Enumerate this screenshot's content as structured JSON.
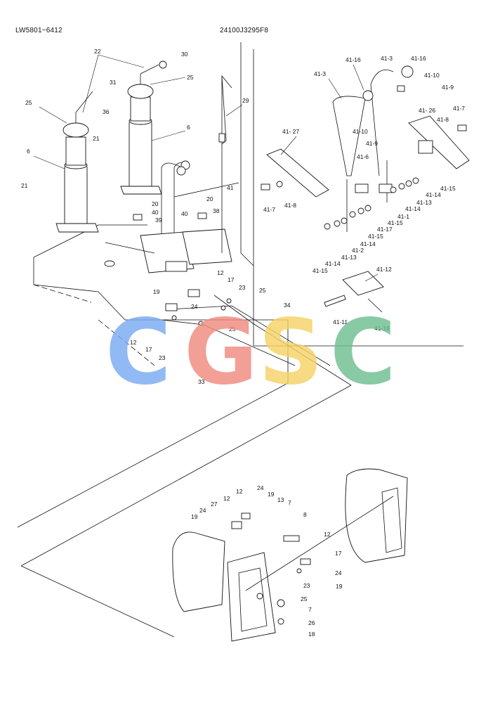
{
  "header": {
    "model_code": "LW5801~6412",
    "drawing_number": "24100J3295F8"
  },
  "watermark": {
    "letters": [
      "C",
      "G",
      "S",
      "C"
    ],
    "colors": [
      "#7aaaf2",
      "#f08a80",
      "#f6d266",
      "#6fbf91"
    ]
  },
  "callouts": {
    "c22": "22",
    "c30": "30",
    "c25a": "25",
    "c31": "31",
    "c25b": "25",
    "c36": "36",
    "c6a": "6",
    "c6b": "6",
    "c21a": "21",
    "c21b": "21",
    "c29": "29",
    "c41": "41",
    "c20a": "20",
    "c40a": "40",
    "c39": "39",
    "c20b": "20",
    "c40b": "40",
    "c38": "38",
    "c12a": "12",
    "c17a": "17",
    "c23a": "23",
    "c25c": "25",
    "c19a": "19",
    "c24a": "24",
    "c34": "34",
    "c12b": "12",
    "c17b": "17",
    "c23b": "23",
    "c25d": "25",
    "c33": "33",
    "k41_16a": "41-16",
    "k41_3a": "41-3",
    "k41_16b": "41-16",
    "k41_3b": "41-3",
    "k41_10a": "41-10",
    "k41_9a": "41-9",
    "k41_10b": "41-10",
    "k41_9b": "41-9",
    "k41_26": "41- 26",
    "k41_7a": "41-7",
    "k41_8a": "41-8",
    "k41_27": "41- 27",
    "k41_6": "41-6",
    "k41_15a": "41-15",
    "k41_14a": "41-14",
    "k41_13a": "41-13",
    "k41_14b": "41-14",
    "k41_1": "41-1",
    "k41_15b": "41-15",
    "k41_17a": "41-17",
    "k41_15c": "41-15",
    "k41_14c": "41-14",
    "k41_13b": "41-13",
    "k41_2": "41-2",
    "k41_14d": "41-14",
    "k41_15d": "41-15",
    "k41_7b": "41-7",
    "k41_8b": "41-8",
    "k41_12": "41-12",
    "k41_11": "41-11",
    "k41_18": "41-18",
    "b12a": "12",
    "b27": "27",
    "b24a": "24",
    "b12b": "12",
    "b24b": "24",
    "b19a": "19",
    "b13": "13",
    "b7a": "7",
    "b19b": "19",
    "b8": "8",
    "b12c": "12",
    "b17": "17",
    "b24c": "24",
    "b23": "23",
    "b19c": "19",
    "b25": "25",
    "b7b": "7",
    "b26": "26",
    "b18": "18"
  }
}
